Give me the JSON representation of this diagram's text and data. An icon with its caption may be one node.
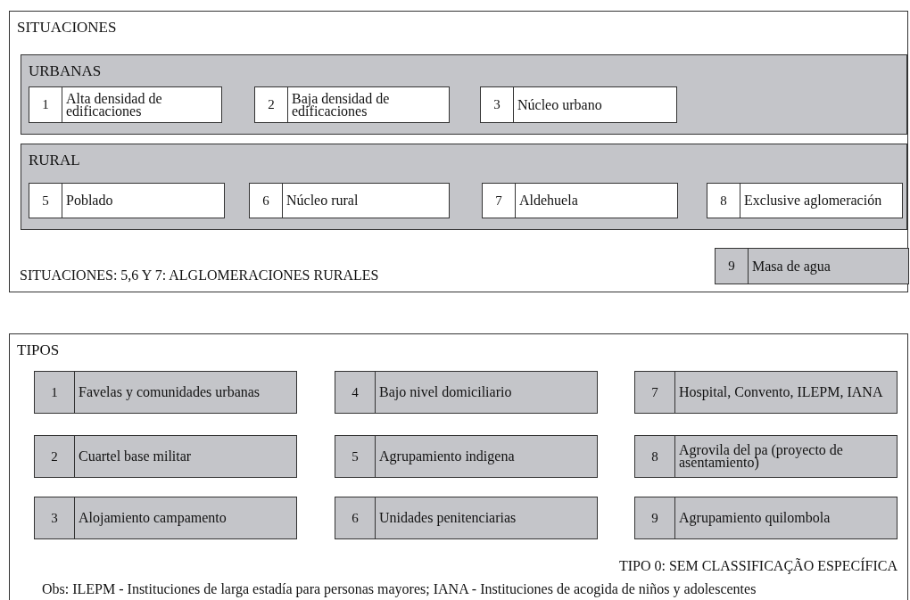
{
  "diagram": {
    "nodes": [
      {
        "text": [
          "SITUACIONES"
        ]
      },
      {
        "text": [
          "URBANAS"
        ],
        "in": 0
      },
      {
        "text": [
          "1",
          "Alta densidad de edificaciones"
        ],
        "in": 1
      },
      {
        "text": [
          "2",
          "Baja densidad de edificaciones"
        ],
        "in": 1
      },
      {
        "text": [
          "3",
          "Núcleo urbano"
        ],
        "in": 1
      },
      {
        "text": [
          "RURAL"
        ],
        "in": 0
      },
      {
        "text": [
          "5",
          "Poblado"
        ],
        "in": 5
      },
      {
        "text": [
          "6",
          "Núcleo rural"
        ],
        "in": 5
      },
      {
        "text": [
          "7",
          "Aldehuela"
        ],
        "in": 5
      },
      {
        "text": [
          "8",
          "Exclusive aglomeración"
        ],
        "in": 5
      },
      {
        "text": [
          "9",
          "Masa de agua"
        ],
        "in": 0
      },
      {
        "text": [
          "TIPOS"
        ]
      },
      {
        "text": [
          "1",
          "Favelas y comunidades urbanas"
        ],
        "in": 11
      },
      {
        "text": [
          "4",
          "Bajo nivel domiciliario"
        ],
        "in": 11
      },
      {
        "text": [
          "7",
          "Hospital, Convento, ILEPM, IANA"
        ],
        "in": 11
      },
      {
        "text": [
          "2",
          "Cuartel base militar"
        ],
        "in": 11
      },
      {
        "text": [
          "5",
          "Agrupamiento indigena"
        ],
        "in": 11
      },
      {
        "text": [
          "8",
          "Agrovila del pa (proyecto de asentamiento)"
        ],
        "in": 11
      },
      {
        "text": [
          "3",
          "Alojamiento campamento"
        ],
        "in": 11
      },
      {
        "text": [
          "6",
          "Unidades penitenciarias"
        ],
        "in": 11
      },
      {
        "text": [
          "9",
          "Agrupamiento quilombola"
        ],
        "in": 11
      }
    ],
    "labels": [
      "SITUACIONES: 5,6 Y 7: ALGLOMERACIONES RURALES",
      "TIPO 0: SEM CLASSIFICAÇÃO ESPECÍFICA",
      "Obs: ILEPM - Instituciones de larga estadía para personas mayores; IANA - Instituciones de acogida de niños y adolescentes"
    ]
  }
}
